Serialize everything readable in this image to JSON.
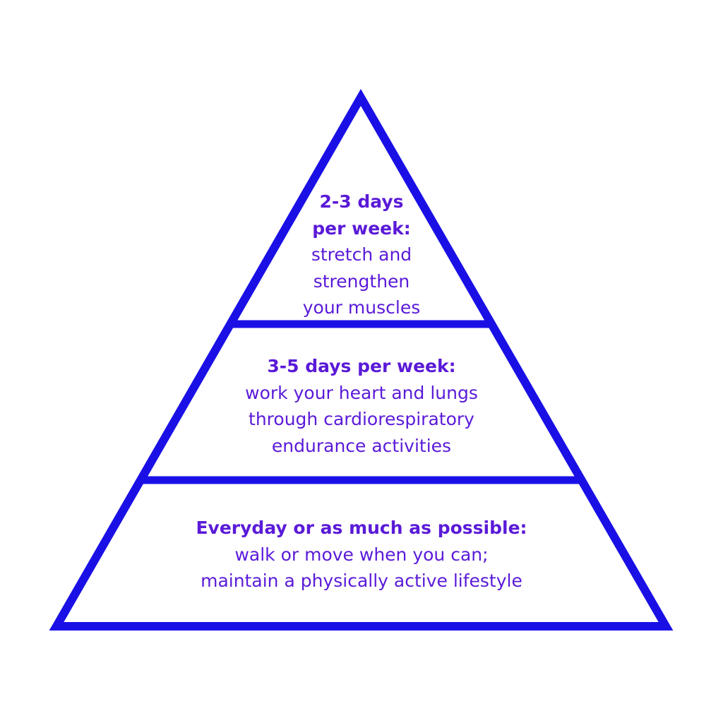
{
  "colors": {
    "outline": "#1a10e6",
    "text": "#5a1ad8"
  },
  "pyramid": {
    "tiers": [
      {
        "heading_lines": [
          "2-3 days",
          "per week:"
        ],
        "body_lines": [
          "stretch and",
          "strengthen",
          "your muscles"
        ]
      },
      {
        "heading_lines": [
          "3-5 days per week:"
        ],
        "body_lines": [
          "work your heart and lungs",
          "through cardiorespiratory",
          "endurance activities"
        ]
      },
      {
        "heading_lines": [
          "Everyday or as much as possible:"
        ],
        "body_lines": [
          "walk or move when you can;",
          "maintain a physically active lifestyle"
        ]
      }
    ]
  }
}
